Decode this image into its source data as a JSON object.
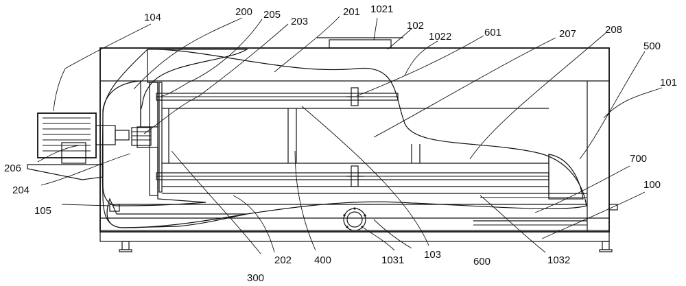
{
  "labels": [
    {
      "id": "104",
      "text": "104"
    },
    {
      "id": "200",
      "text": "200"
    },
    {
      "id": "205",
      "text": "205"
    },
    {
      "id": "203",
      "text": "203"
    },
    {
      "id": "201",
      "text": "201"
    },
    {
      "id": "1021",
      "text": "1021"
    },
    {
      "id": "102",
      "text": "102"
    },
    {
      "id": "1022",
      "text": "1022"
    },
    {
      "id": "601",
      "text": "601"
    },
    {
      "id": "207",
      "text": "207"
    },
    {
      "id": "208",
      "text": "208"
    },
    {
      "id": "500",
      "text": "500"
    },
    {
      "id": "101",
      "text": "101"
    },
    {
      "id": "206",
      "text": "206"
    },
    {
      "id": "204",
      "text": "204"
    },
    {
      "id": "105",
      "text": "105"
    },
    {
      "id": "700",
      "text": "700"
    },
    {
      "id": "100",
      "text": "100"
    },
    {
      "id": "300",
      "text": "300"
    },
    {
      "id": "202",
      "text": "202"
    },
    {
      "id": "400",
      "text": "400"
    },
    {
      "id": "1031",
      "text": "1031"
    },
    {
      "id": "103",
      "text": "103"
    },
    {
      "id": "600",
      "text": "600"
    },
    {
      "id": "1032",
      "text": "1032"
    }
  ]
}
